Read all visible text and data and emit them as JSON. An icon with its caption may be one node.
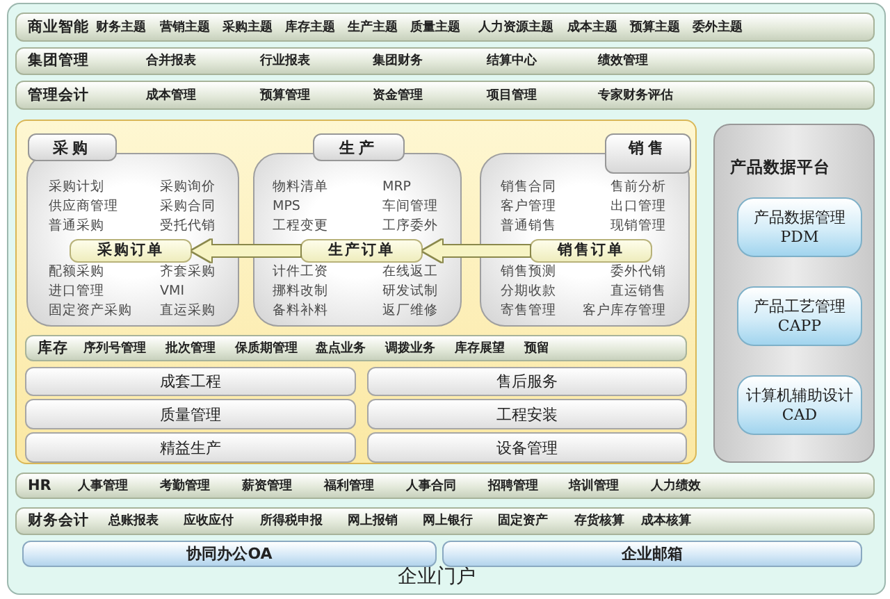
{
  "diagram": {
    "nodes": [
      {
        "text": [
          "企业门户"
        ]
      },
      {
        "text": [
          "商业智能",
          "财务主题",
          "营销主题",
          "采购主题",
          "库存主题",
          "生产主题",
          "质量主题",
          "人力资源主题",
          "成本主题",
          "预算主题",
          "委外主题"
        ],
        "in": 0
      },
      {
        "text": [
          "集团管理",
          "合并报表",
          "行业报表",
          "集团财务",
          "结算中心",
          "绩效管理"
        ],
        "in": 0
      },
      {
        "text": [
          "管理会计",
          "成本管理",
          "预算管理",
          "资金管理",
          "项目管理",
          "专家财务评估"
        ],
        "in": 0
      },
      {
        "text": [],
        "shape": "box",
        "in": 0
      },
      {
        "text": [
          "采购",
          "采购计划",
          "采购询价",
          "供应商管理",
          "采购合同",
          "普通采购",
          "受托代销",
          "配额采购",
          "齐套采购",
          "进口管理",
          "VMI",
          "固定资产采购",
          "直运采购"
        ],
        "in": 4
      },
      {
        "text": [
          "采购订单"
        ],
        "in": 5
      },
      {
        "text": [
          "生产",
          "物料清单",
          "MRP",
          "MPS",
          "车间管理",
          "工程变更",
          "工序委外",
          "计件工资",
          "在线返工",
          "挪料改制",
          "研发试制",
          "备料补料",
          "返厂维修"
        ],
        "in": 4
      },
      {
        "text": [
          "生产订单"
        ],
        "in": 7
      },
      {
        "text": [
          "销售",
          "销售合同",
          "售前分析",
          "客户管理",
          "出口管理",
          "普通销售",
          "现销管理",
          "销售预测",
          "委外代销",
          "分期收款",
          "直运销售",
          "寄售管理",
          "客户库存管理"
        ],
        "in": 4
      },
      {
        "text": [
          "销售订单"
        ],
        "in": 9
      },
      {
        "text": [
          "库存",
          "序列号管理",
          "批次管理",
          "保质期管理",
          "盘点业务",
          "调拨业务",
          "库存展望",
          "预留"
        ],
        "in": 4
      },
      {
        "text": [
          "成套工程"
        ],
        "in": 4
      },
      {
        "text": [
          "售后服务"
        ],
        "in": 4
      },
      {
        "text": [
          "质量管理"
        ],
        "in": 4
      },
      {
        "text": [
          "工程安装"
        ],
        "in": 4
      },
      {
        "text": [
          "精益生产"
        ],
        "in": 4
      },
      {
        "text": [
          "设备管理"
        ],
        "in": 4
      },
      {
        "text": [
          "产品数据平台"
        ],
        "in": 0
      },
      {
        "text": [
          "产品数据管理",
          "PDM"
        ],
        "in": 18
      },
      {
        "text": [
          "产品工艺管理",
          "CAPP"
        ],
        "in": 18
      },
      {
        "text": [
          "计算机辅助设计",
          "CAD"
        ],
        "in": 18
      },
      {
        "text": [
          "HR",
          "人事管理",
          "考勤管理",
          "薪资管理",
          "福利管理",
          "人事合同",
          "招聘管理",
          "培训管理",
          "人力绩效"
        ],
        "in": 0
      },
      {
        "text": [
          "财务会计",
          "总账报表",
          "应收应付",
          "所得税申报",
          "网上报销",
          "网上银行",
          "固定资产",
          "存货核算",
          "成本核算"
        ],
        "in": 0
      },
      {
        "text": [
          "协同办公OA"
        ],
        "in": 0
      },
      {
        "text": [
          "企业邮箱"
        ],
        "in": 0
      }
    ],
    "edges": [
      {
        "from": 10,
        "to": 8,
        "arrow": "to"
      },
      {
        "from": 8,
        "to": 6,
        "arrow": "to"
      }
    ]
  }
}
